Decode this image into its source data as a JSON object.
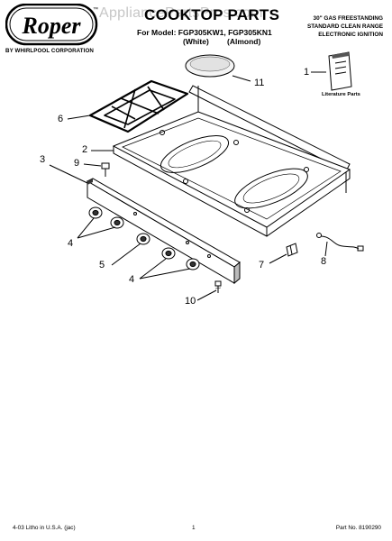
{
  "watermark": "AppliancePartsPros.com",
  "logo": {
    "brand": "Roper",
    "corporation": "BY WHIRLPOOL CORPORATION"
  },
  "header": {
    "title": "COOKTOP PARTS",
    "model_line": "For Model: FGP305KW1, FGP305KN1",
    "variants": [
      "(White)",
      "(Almond)"
    ],
    "spec_lines": [
      "30\" GAS FREESTANDING",
      "STANDARD CLEAN RANGE",
      "ELECTRONIC IGNITION"
    ]
  },
  "literature_caption": "Literature Parts",
  "callouts": [
    "1",
    "11",
    "6",
    "2",
    "3",
    "9",
    "4",
    "5",
    "4",
    "7",
    "8",
    "10"
  ],
  "footer": {
    "left": "4-03 Litho in U.S.A. (jac)",
    "center": "1",
    "right": "Part No. 8190290"
  }
}
